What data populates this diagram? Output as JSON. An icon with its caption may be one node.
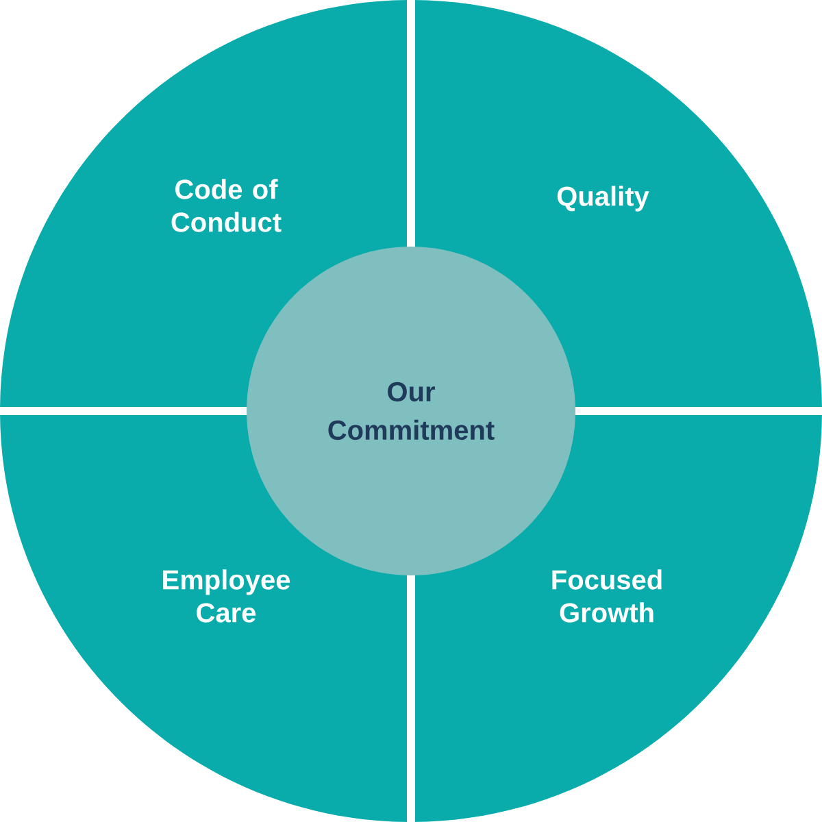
{
  "diagram": {
    "nodes": [
      {
        "text": [
          "Code of Conduct"
        ]
      },
      {
        "text": [
          "Quality"
        ]
      },
      {
        "text": [
          "Employee Care"
        ]
      },
      {
        "text": [
          "Focused Growth"
        ]
      },
      {
        "text": [
          "Our Commitment"
        ]
      }
    ]
  }
}
